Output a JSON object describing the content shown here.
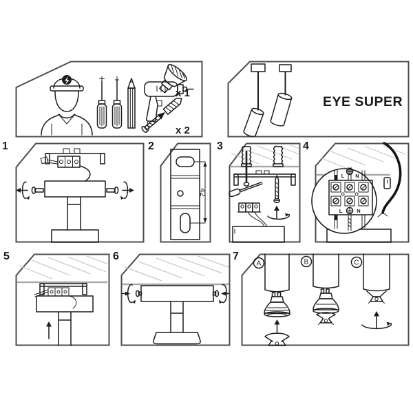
{
  "page": {
    "background": "#ffffff",
    "line_color": "#1c1c1c",
    "border_color": "#4d4d4d",
    "hatch_color": "#c6c6c6"
  },
  "header": {
    "tools_panel": {
      "name": "required-tools",
      "bulb_count_label": "x 1",
      "plug_count_label": "x 2",
      "icons": [
        "electrician-icon",
        "phillips-screwdriver-icon",
        "flat-screwdriver-icon",
        "pencil-icon",
        "drill-icon",
        "gu10-bulb-icon",
        "wall-plug-screw-icon"
      ]
    },
    "product_panel": {
      "product_name": "EYE SUPER",
      "icons": [
        "pendant-spotlights-illustration"
      ]
    }
  },
  "steps": [
    {
      "number": "1",
      "description_icon": "remove-side-screws-illustration"
    },
    {
      "number": "2",
      "dimension_mm": "42",
      "description_icon": "mounting-bracket-drill-template-illustration"
    },
    {
      "number": "3",
      "description_icon": "fix-bracket-with-plugs-and-screws-illustration"
    },
    {
      "number": "4",
      "terminal_labels": {
        "top_live": "L",
        "top_neutral": "N",
        "bottom_live": "L",
        "bottom_neutral": "N"
      },
      "description_icon": "connect-wires-terminal-block-illustration"
    },
    {
      "number": "5",
      "description_icon": "push-canopy-to-ceiling-illustration"
    },
    {
      "number": "6",
      "description_icon": "tighten-side-screws-illustration"
    },
    {
      "number": "7",
      "options": [
        {
          "label": "A"
        },
        {
          "label": "B"
        },
        {
          "label": "C"
        }
      ],
      "description_icon": "insert-gu10-bulb-with-suction-tool-illustration"
    }
  ]
}
